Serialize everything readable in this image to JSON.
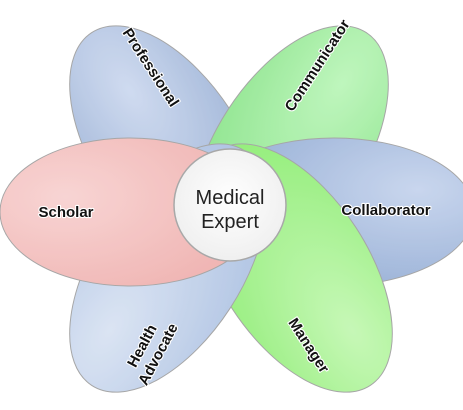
{
  "center": {
    "line1": "Medical",
    "line2": "Expert"
  },
  "petals": {
    "professional": {
      "label": "Professional",
      "color": "#8fa8d0"
    },
    "communicator": {
      "label": "Communicator",
      "color": "#7ee07e"
    },
    "collaborator": {
      "label": "Collaborator",
      "color": "#87a3cf"
    },
    "manager": {
      "label": "Manager",
      "color": "#86ec6a"
    },
    "health_advocate": {
      "label_line1": "Health",
      "label_line2": "Advocate",
      "color": "#a7bde0"
    },
    "scholar": {
      "label": "Scholar",
      "color": "#eea9a7"
    }
  },
  "colors": {
    "outline": "#9a9a9a",
    "center_fill": "#ffffff"
  }
}
